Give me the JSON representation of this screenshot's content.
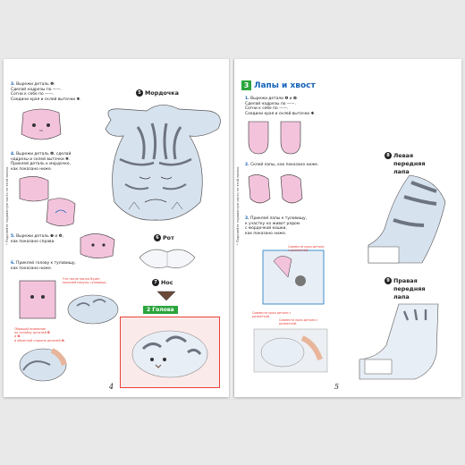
{
  "left_page": {
    "page_number": "4",
    "side_note": "* Подклейте подвижную часть по этой линии.",
    "part5_label": "Мордочка",
    "part5_num": "5",
    "part6_label": "Рот",
    "part6_num": "6",
    "part7_label": "Нос",
    "part7_num": "7",
    "head_tag": "Голова",
    "head_tag_num": "2",
    "step3": {
      "num": "3.",
      "lines": [
        "Вырежи деталь ❺.",
        "Сделай надрезы по ——.",
        "Согни к себе по ——.",
        "Соедини края и склей вытачки ✱."
      ]
    },
    "step4": {
      "num": "4.",
      "lines": [
        "Вырежи деталь ❻, сделай",
        "надрезы и склей вытачки ✱.",
        "Приклей деталь к мордочке,",
        "как показано ниже."
      ]
    },
    "step5": {
      "num": "5.",
      "lines": [
        "Вырежи деталь ❼ и ❽,",
        "как показано справа."
      ]
    },
    "step6": {
      "num": "6.",
      "lines": [
        "Приклей голову к туловищу,",
        "как показано ниже."
      ]
    },
    "red_note_1": [
      "Что после мытья будет,",
      "приклей наружу туловища."
    ],
    "red_note_2": [
      "Обращай внимание",
      "на склейку деталей ❸",
      "и ❹.",
      "и обратной стороне деталей ❺."
    ]
  },
  "right_page": {
    "page_number": "5",
    "side_note": "* Подклейте подвижную часть по этой линии.",
    "section_num": "3",
    "section_title": "Лапы и хвост",
    "step1": {
      "num": "1.",
      "lines": [
        "Вырежи детали ❽ и ❾.",
        "Сделай надрезы по ——.",
        "Согни к себе по ——.",
        "Соедини края и склей вытачки ✱."
      ]
    },
    "step2": {
      "num": "2.",
      "lines": [
        "Склей лапы, как показано ниже."
      ]
    },
    "step3": {
      "num": "3.",
      "lines": [
        "Приклей лапы к туловищу,",
        "к участку на живот рядом",
        "с мордочкой кошки,",
        "как показано ниже."
      ]
    },
    "red_note_1": [
      "Совмести края детали",
      "с разметкой."
    ],
    "red_note_2": [
      "Совмести края детали с разметкой."
    ],
    "red_note_3": [
      "Совмести края детали с разметкой."
    ],
    "part8": {
      "num": "8",
      "lines": [
        "Левая",
        "передняя",
        "лапа"
      ]
    },
    "part9": {
      "num": "9",
      "lines": [
        "Правая",
        "передняя",
        "лапа"
      ]
    }
  },
  "colors": {
    "accent_blue": "#1463b8",
    "green": "#2ca53d",
    "red": "#e8413a",
    "fur": "#d7e2ef",
    "stripe": "#6d7480",
    "pink": "#f3c3dc"
  }
}
